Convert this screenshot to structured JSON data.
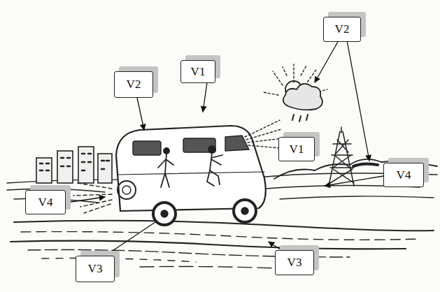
{
  "diagram": {
    "nodes": [
      {
        "text": [
          "V2"
        ]
      },
      {
        "text": [
          "V1"
        ]
      },
      {
        "text": [
          "V2"
        ]
      },
      {
        "text": [
          "V1"
        ]
      },
      {
        "text": [
          "V4"
        ]
      },
      {
        "text": [
          "V4"
        ]
      },
      {
        "text": [
          "V3"
        ]
      },
      {
        "text": [
          "V3"
        ]
      }
    ]
  }
}
